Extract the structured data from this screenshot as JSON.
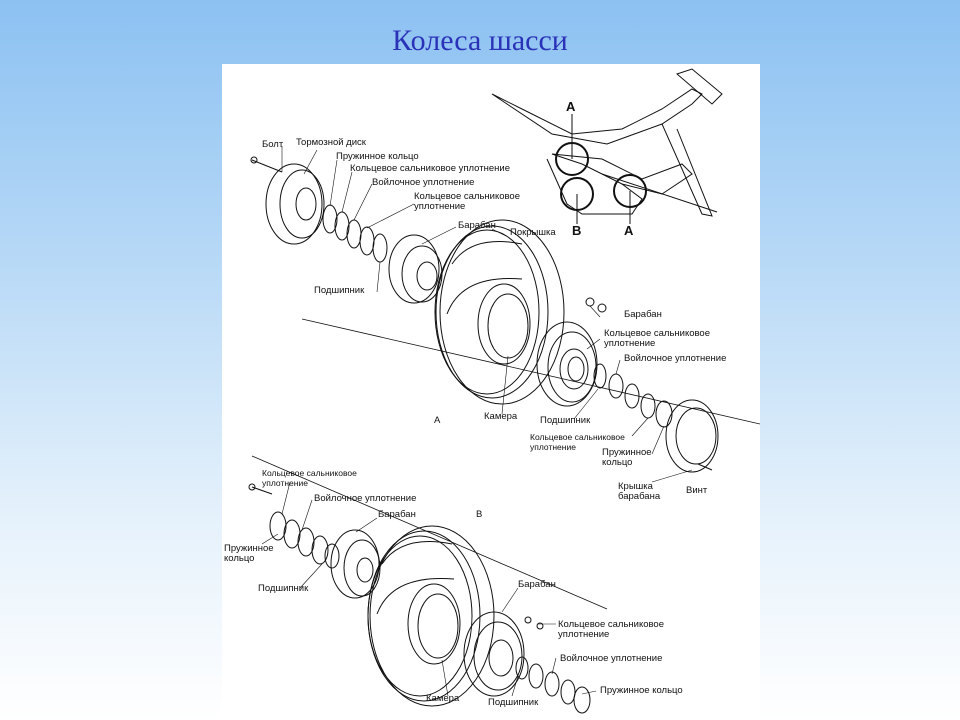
{
  "slide": {
    "title": "Колеса шасси"
  },
  "diagram": {
    "views": {
      "a": "A",
      "b": "B"
    },
    "aircraft_marks": {
      "a1": "A",
      "b": "B",
      "a2": "A"
    },
    "view_a_labels": {
      "bolt": "Болт",
      "brake_disc": "Тормозной диск",
      "spring_ring": "Пружинное кольцо",
      "oil_seal_1": "Кольцевое сальниковое уплотнение",
      "felt_seal": "Войлочное уплотнение",
      "oil_seal_2": "Кольцевое сальниковое уплотнение",
      "drum": "Барабан",
      "tire": "Покрышка",
      "bearing": "Подшипник",
      "drum_right": "Барабан",
      "oil_seal_right": "Кольцевое сальниковое уплотнение",
      "felt_seal_right": "Войлочное уплотнение",
      "tube": "Камера",
      "bearing_bottom": "Подшипник",
      "oil_seal_bottom": "Кольцевое сальниковое уплотнение",
      "spring_ring_bottom": "Пружинное кольцо",
      "drum_cover": "Крышка барабана",
      "screw": "Винт"
    },
    "view_b_labels": {
      "oil_seal": "Кольцевое сальниковое уплотнение",
      "felt_seal": "Войлочное уплотнение",
      "drum": "Барабан",
      "spring_ring": "Пружинное кольцо",
      "bearing": "Подшипник",
      "drum_right": "Барабан",
      "oil_seal_right": "Кольцевое сальниковое уплотнение",
      "felt_seal_right": "Войлочное уплотнение",
      "spring_ring_right": "Пружинное кольцо",
      "tube": "Камера",
      "bearing_bottom": "Подшипник"
    }
  }
}
